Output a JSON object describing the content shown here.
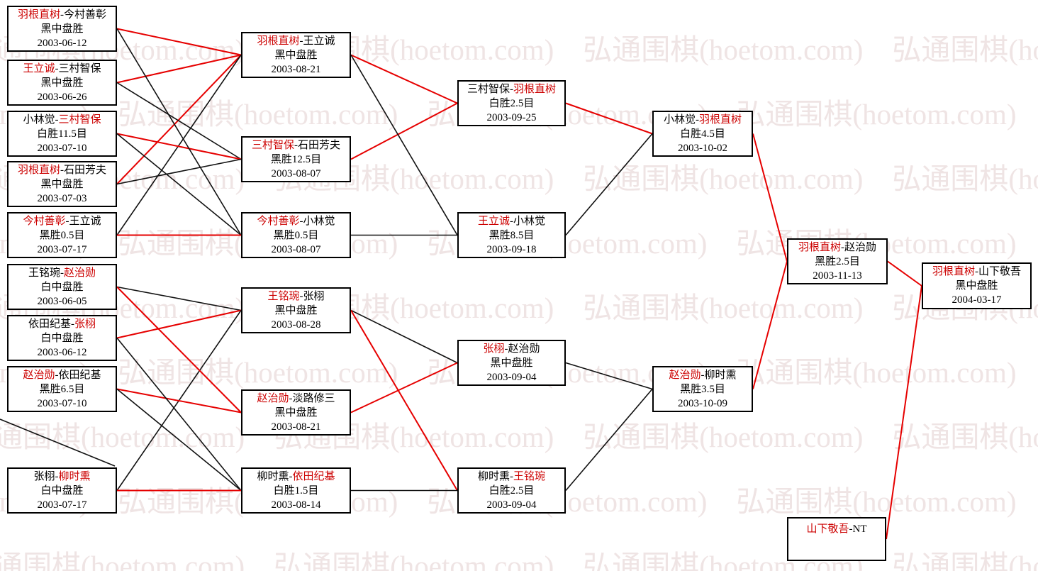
{
  "watermark": {
    "text": "弘通围棋(hoetom.com)",
    "color": "#efe4e4"
  },
  "separator": "-",
  "colors": {
    "winner_text": "#cc0000",
    "line_win": "#e60000",
    "line_loss": "#111111",
    "box_border": "#000000"
  },
  "matches": [
    {
      "id": "m1",
      "players": [
        {
          "name": "羽根直树",
          "winner": true
        },
        {
          "name": "今村善彰",
          "winner": false
        }
      ],
      "result": "黑中盘胜",
      "date": "2003-06-12"
    },
    {
      "id": "m2",
      "players": [
        {
          "name": "王立诚",
          "winner": true
        },
        {
          "name": "三村智保",
          "winner": false
        }
      ],
      "result": "黑中盘胜",
      "date": "2003-06-26"
    },
    {
      "id": "m3",
      "players": [
        {
          "name": "小林觉",
          "winner": false
        },
        {
          "name": "三村智保",
          "winner": true
        }
      ],
      "result": "白胜11.5目",
      "date": "2003-07-10"
    },
    {
      "id": "m4",
      "players": [
        {
          "name": "羽根直树",
          "winner": true
        },
        {
          "name": "石田芳夫",
          "winner": false
        }
      ],
      "result": "黑中盘胜",
      "date": "2003-07-03"
    },
    {
      "id": "m5",
      "players": [
        {
          "name": "今村善彰",
          "winner": true
        },
        {
          "name": "王立诚",
          "winner": false
        }
      ],
      "result": "黑胜0.5目",
      "date": "2003-07-17"
    },
    {
      "id": "m6",
      "players": [
        {
          "name": "王铭琬",
          "winner": false
        },
        {
          "name": "赵治勋",
          "winner": true
        }
      ],
      "result": "白中盘胜",
      "date": "2003-06-05"
    },
    {
      "id": "m7",
      "players": [
        {
          "name": "依田纪基",
          "winner": false
        },
        {
          "name": "张栩",
          "winner": true
        }
      ],
      "result": "白中盘胜",
      "date": "2003-06-12"
    },
    {
      "id": "m8",
      "players": [
        {
          "name": "赵治勋",
          "winner": true
        },
        {
          "name": "依田纪基",
          "winner": false
        }
      ],
      "result": "黑胜6.5目",
      "date": "2003-07-10"
    },
    {
      "id": "m9",
      "players": [
        {
          "name": "张栩",
          "winner": false
        },
        {
          "name": "柳时熏",
          "winner": true
        }
      ],
      "result": "白中盘胜",
      "date": "2003-07-17"
    },
    {
      "id": "m10",
      "players": [
        {
          "name": "羽根直树",
          "winner": true
        },
        {
          "name": "王立诚",
          "winner": false
        }
      ],
      "result": "黑中盘胜",
      "date": "2003-08-21"
    },
    {
      "id": "m11",
      "players": [
        {
          "name": "三村智保",
          "winner": true
        },
        {
          "name": "石田芳夫",
          "winner": false
        }
      ],
      "result": "黑胜12.5目",
      "date": "2003-08-07"
    },
    {
      "id": "m12",
      "players": [
        {
          "name": "今村善彰",
          "winner": true
        },
        {
          "name": "小林觉",
          "winner": false
        }
      ],
      "result": "黑胜0.5目",
      "date": "2003-08-07"
    },
    {
      "id": "m13",
      "players": [
        {
          "name": "王铭琬",
          "winner": true
        },
        {
          "name": "张栩",
          "winner": false
        }
      ],
      "result": "黑中盘胜",
      "date": "2003-08-28"
    },
    {
      "id": "m14",
      "players": [
        {
          "name": "赵治勋",
          "winner": true
        },
        {
          "name": "淡路修三",
          "winner": false
        }
      ],
      "result": "黑中盘胜",
      "date": "2003-08-21"
    },
    {
      "id": "m15",
      "players": [
        {
          "name": "柳时熏",
          "winner": false
        },
        {
          "name": "依田纪基",
          "winner": true
        }
      ],
      "result": "白胜1.5目",
      "date": "2003-08-14"
    },
    {
      "id": "m16",
      "players": [
        {
          "name": "三村智保",
          "winner": false
        },
        {
          "name": "羽根直树",
          "winner": true
        }
      ],
      "result": "白胜2.5目",
      "date": "2003-09-25"
    },
    {
      "id": "m17",
      "players": [
        {
          "name": "王立诚",
          "winner": true
        },
        {
          "name": "小林觉",
          "winner": false
        }
      ],
      "result": "黑胜8.5目",
      "date": "2003-09-18"
    },
    {
      "id": "m18",
      "players": [
        {
          "name": "张栩",
          "winner": true
        },
        {
          "name": "赵治勋",
          "winner": false
        }
      ],
      "result": "黑中盘胜",
      "date": "2003-09-04"
    },
    {
      "id": "m19",
      "players": [
        {
          "name": "柳时熏",
          "winner": false
        },
        {
          "name": "王铭琬",
          "winner": true
        }
      ],
      "result": "白胜2.5目",
      "date": "2003-09-04"
    },
    {
      "id": "m20",
      "players": [
        {
          "name": "小林觉",
          "winner": false
        },
        {
          "name": "羽根直树",
          "winner": true
        }
      ],
      "result": "白胜4.5目",
      "date": "2003-10-02"
    },
    {
      "id": "m21",
      "players": [
        {
          "name": "赵治勋",
          "winner": true
        },
        {
          "name": "柳时熏",
          "winner": false
        }
      ],
      "result": "黑胜3.5目",
      "date": "2003-10-09"
    },
    {
      "id": "m22",
      "players": [
        {
          "name": "羽根直树",
          "winner": true
        },
        {
          "name": "赵治勋",
          "winner": false
        }
      ],
      "result": "黑胜2.5目",
      "date": "2003-11-13"
    },
    {
      "id": "m23",
      "players": [
        {
          "name": "羽根直树",
          "winner": true
        },
        {
          "name": "山下敬吾",
          "winner": false
        }
      ],
      "result": "黑中盘胜",
      "date": "2004-03-17"
    },
    {
      "id": "m24",
      "players": [
        {
          "name": "山下敬吾",
          "winner": true
        },
        {
          "name": "NT",
          "winner": false
        }
      ],
      "result": "",
      "date": ""
    }
  ],
  "edges": [
    {
      "from": "m1",
      "to": "m10",
      "win": true
    },
    {
      "from": "m2",
      "to": "m10",
      "win": true
    },
    {
      "from": "m4",
      "to": "m10",
      "win": true
    },
    {
      "from": "m5",
      "to": "m10",
      "win": false
    },
    {
      "from": "m2",
      "to": "m11",
      "win": false
    },
    {
      "from": "m3",
      "to": "m11",
      "win": true
    },
    {
      "from": "m4",
      "to": "m11",
      "win": false
    },
    {
      "from": "m1",
      "to": "m12",
      "win": false
    },
    {
      "from": "m3",
      "to": "m12",
      "win": false
    },
    {
      "from": "m5",
      "to": "m12",
      "win": true
    },
    {
      "from": "m6",
      "to": "m13",
      "win": false
    },
    {
      "from": "m7",
      "to": "m13",
      "win": true
    },
    {
      "from": "m9",
      "to": "m13",
      "win": false
    },
    {
      "from": "m6",
      "to": "m14",
      "win": true
    },
    {
      "from": "m8",
      "to": "m14",
      "win": true
    },
    {
      "from": "m7",
      "to": "m15",
      "win": false
    },
    {
      "from": "m8",
      "to": "m15",
      "win": false
    },
    {
      "from": "m9",
      "to": "m15",
      "win": true
    },
    {
      "from": "m10",
      "to": "m16",
      "win": true
    },
    {
      "from": "m11",
      "to": "m16",
      "win": true
    },
    {
      "from": "m10",
      "to": "m17",
      "win": false
    },
    {
      "from": "m12",
      "to": "m17",
      "win": false
    },
    {
      "from": "m13",
      "to": "m18",
      "win": false
    },
    {
      "from": "m14",
      "to": "m18",
      "win": true
    },
    {
      "from": "m13",
      "to": "m19",
      "win": true
    },
    {
      "from": "m15",
      "to": "m19",
      "win": false
    },
    {
      "from": "m16",
      "to": "m20",
      "win": true
    },
    {
      "from": "m17",
      "to": "m20",
      "win": false
    },
    {
      "from": "m18",
      "to": "m21",
      "win": false
    },
    {
      "from": "m19",
      "to": "m21",
      "win": false
    },
    {
      "from": "m20",
      "to": "m22",
      "win": true
    },
    {
      "from": "m21",
      "to": "m22",
      "win": true
    },
    {
      "from": "m22",
      "to": "m23",
      "win": true
    },
    {
      "from": "m24",
      "to": "m23",
      "win": true
    },
    {
      "seg": [
        [
          0,
          591
        ],
        [
          162,
          657
        ]
      ],
      "win": false
    }
  ]
}
